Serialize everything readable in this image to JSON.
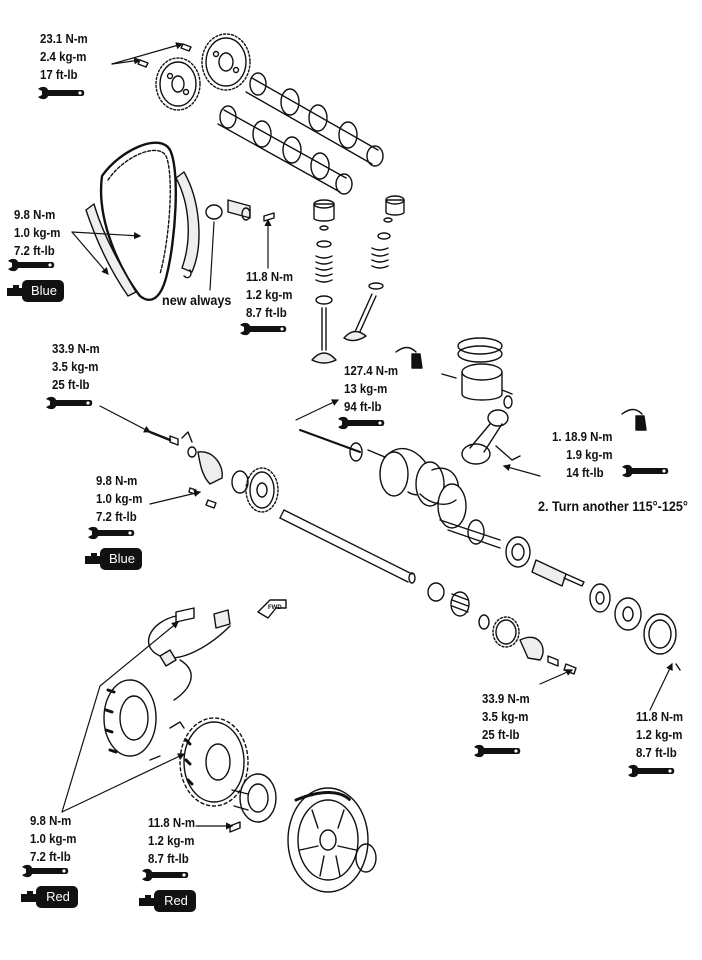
{
  "torque_callouts": [
    {
      "id": "cam-sprocket-bolts",
      "lines": [
        "23.1 N-m",
        "2.4 kg-m",
        "17 ft-lb"
      ]
    },
    {
      "id": "chain-guide-bolts",
      "lines": [
        "9.8 N-m",
        "1.0 kg-m",
        "7.2 ft-lb"
      ],
      "threadlock": "Blue"
    },
    {
      "id": "tensioner-bolt",
      "lines": [
        "11.8 N-m",
        "1.2 kg-m",
        "8.7 ft-lb"
      ]
    },
    {
      "id": "left-crank-bolt",
      "lines": [
        "33.9 N-m",
        "3.5 kg-m",
        "25 ft-lb"
      ]
    },
    {
      "id": "crank-nut",
      "lines": [
        "127.4 N-m",
        "13 kg-m",
        "94 ft-lb"
      ]
    },
    {
      "id": "conrod-bolt",
      "lines": [
        "1. 18.9 N-m",
        "1.9 kg-m",
        "14 ft-lb"
      ]
    },
    {
      "id": "bearing-retainer-bolts",
      "lines": [
        "9.8 N-m",
        "1.0 kg-m",
        "7.2 ft-lb"
      ],
      "threadlock": "Blue"
    },
    {
      "id": "right-crank-bolt",
      "lines": [
        "33.9 N-m",
        "3.5 kg-m",
        "25 ft-lb"
      ]
    },
    {
      "id": "cover-bolt",
      "lines": [
        "11.8 N-m",
        "1.2 kg-m",
        "8.7 ft-lb"
      ]
    },
    {
      "id": "stator-bolts",
      "lines": [
        "9.8 N-m",
        "1.0 kg-m",
        "7.2 ft-lb"
      ],
      "threadlock": "Red"
    },
    {
      "id": "flywheel-bolts",
      "lines": [
        "11.8 N-m",
        "1.2 kg-m",
        "8.7 ft-lb"
      ],
      "threadlock": "Red"
    }
  ],
  "notes": {
    "new_always": "new always",
    "turn_another": "2. Turn another 115°-125°"
  },
  "tags": {
    "blue": "Blue",
    "red": "Red"
  },
  "arrow_label": "FWD",
  "colors": {
    "ink": "#111111",
    "paper": "#ffffff",
    "shade": "#cfcfcf"
  },
  "icons": [
    "wrench-icon",
    "threadlock-bottle-icon",
    "oil-can-icon"
  ]
}
